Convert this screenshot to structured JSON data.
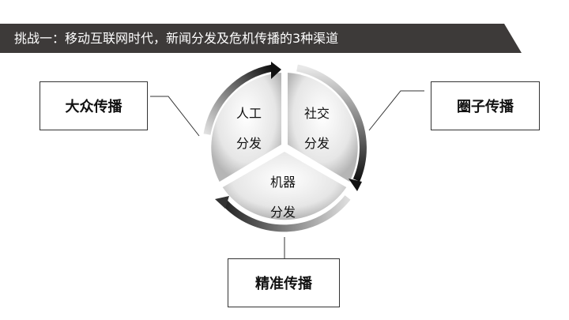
{
  "header": {
    "title": "挑战一：移动互联网时代，新闻分发及危机传播的3种渠道"
  },
  "channels": {
    "left": "大众传播",
    "right": "圈子传播",
    "bottom": "精准传播"
  },
  "segments": {
    "manual": [
      "人工",
      "分发"
    ],
    "social": [
      "社交",
      "分发"
    ],
    "machine": [
      "机器",
      "分发"
    ]
  },
  "colors": {
    "banner": "#3d3a39",
    "ring": "#222222"
  }
}
